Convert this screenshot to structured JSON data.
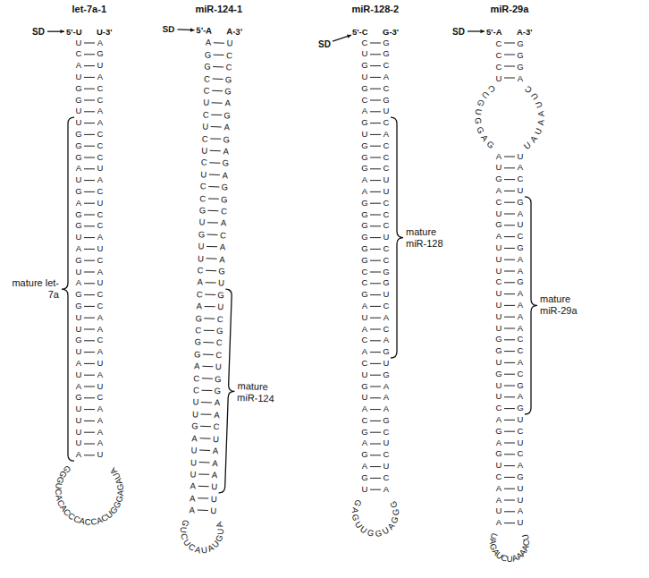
{
  "diagram": {
    "labels": [
      "let-7a-1",
      "SD",
      "5'-U",
      "U-3'",
      "UCAUGGUUGGGAUGAGGUAGUAGGUUGUAUAGUUUUA",
      "AGUACCAACCCUACUCCAUCAUCCAACAUAUCAAAAU",
      "GGGUCACACCCACCACUGGGAGAUA",
      "mature let-7a",
      "miR-124-1",
      "SD",
      "5'-A",
      "A-3'",
      "AGGCCUCUCUCUCCGUGUUCACAGCGGACCUUGAUUUAAA",
      "UCCGGAGAGAGAGGCACAAGUGUCGCCUGGAACUAAAUUU",
      "GUCUCAUAUGUA",
      "mature miR-124",
      "miR-128-2",
      "SD",
      "5'-C",
      "G-3'",
      "CUGUGCAGUGGGAAGGGGGGCCGAUACACUGUACGAGAGU",
      "GGCACGUCACCCUUCCCUCCGGUCACAGUGAAAGCUCUCA",
      "GAGUUGGUAGGG",
      "mature miR-128",
      "miR-29a",
      "SD",
      "5'-A",
      "A-3'",
      "CCCU",
      "GGGA",
      "CUGUGGAG",
      "UAUAAUUC",
      "AUGACUGAUUUCUUUUGGUGUUCAGAGUCAAUA",
      "UACUGAUCGAAGAAAACCACGAGUCUCAGUUAU",
      "UAGAUCUAAAACU",
      "mature miR-29a"
    ]
  }
}
